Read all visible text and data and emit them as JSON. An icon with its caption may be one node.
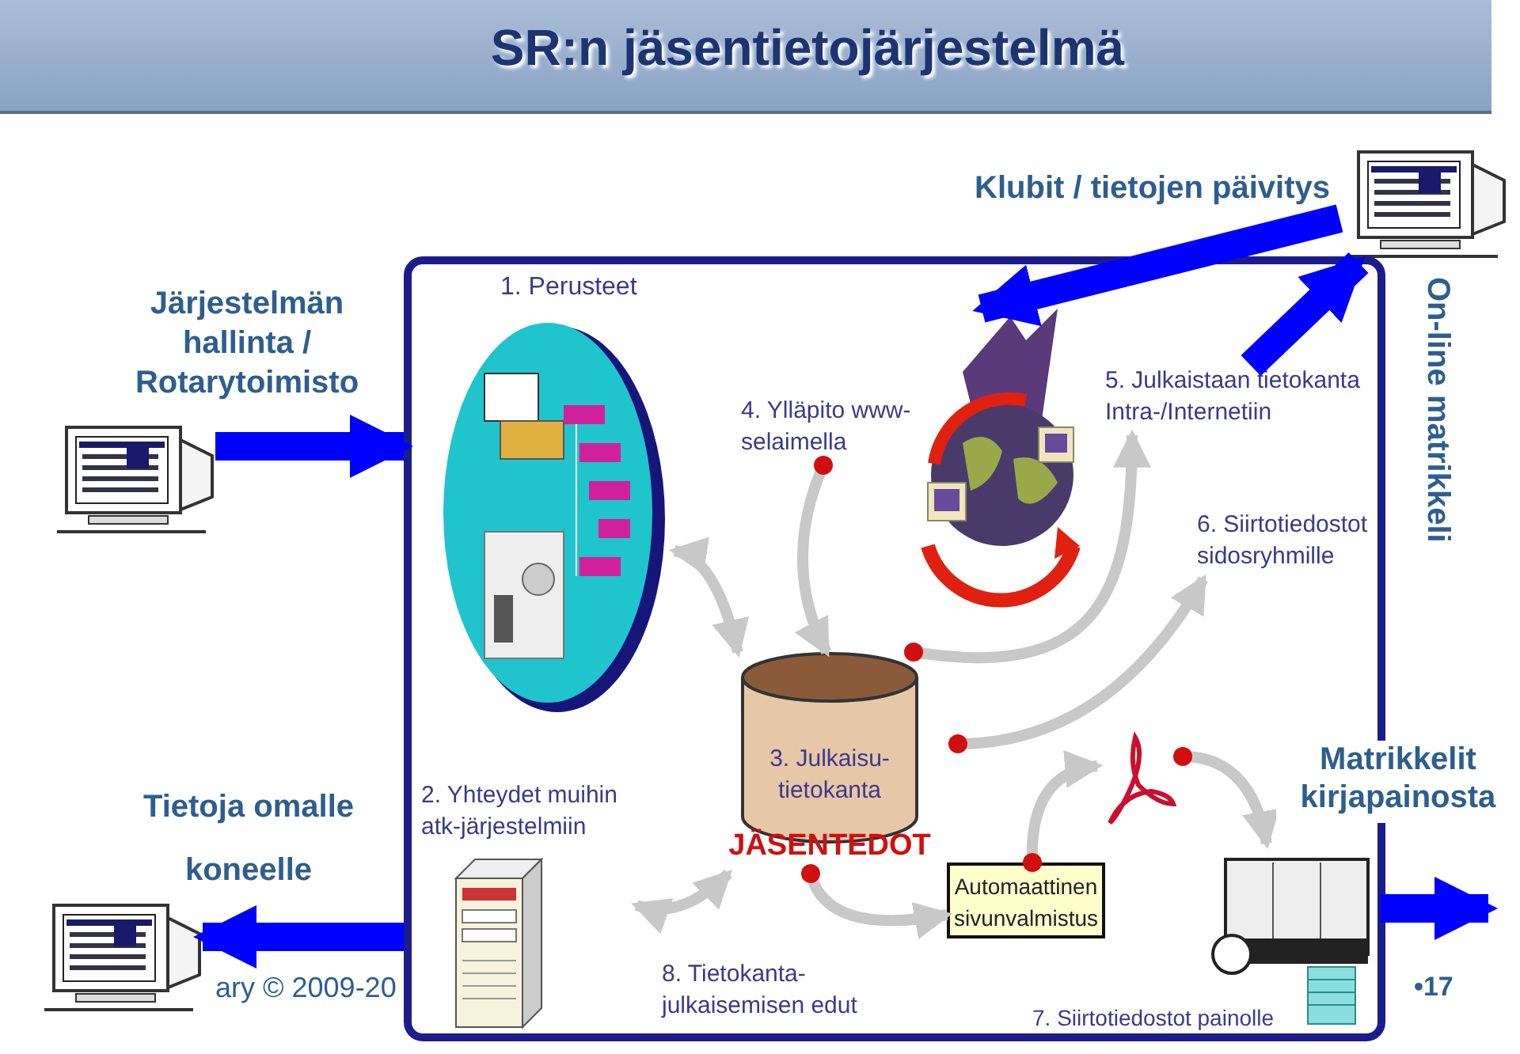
{
  "diagram": {
    "title": "SR:n jäsentietojärjestelmä",
    "nodes": [
      {
        "text": [
          "Klubit / tietojen päivitys"
        ]
      },
      {
        "text": [
          "Järjestelmän hallinta / Rotarytoimisto"
        ]
      },
      {
        "text": [],
        "shape": "box"
      },
      {
        "text": [
          "1. Perusteet"
        ],
        "in": 2
      },
      {
        "text": [
          "4. Ylläpito www-selaimella"
        ],
        "in": 2
      },
      {
        "text": [],
        "shape": "picture",
        "in": 2
      },
      {
        "text": [
          "5. Julkaistaan tietokanta Intra-/Internetiin"
        ],
        "in": 2
      },
      {
        "text": [
          "6. Siirtotiedostot sidosryhmille"
        ],
        "in": 2
      },
      {
        "text": [],
        "shape": "picture",
        "beside": [
          "2. Yhteydet muihin atk-järjestelmiin"
        ],
        "in": 2
      },
      {
        "text": [
          "3. Julkaisu-tietokanta",
          "JÄSENTEDOT"
        ],
        "in": 2
      },
      {
        "text": [],
        "shape": "picture",
        "in": 2
      },
      {
        "text": [
          "Automaattinen sivunvalmistus"
        ],
        "in": 2
      },
      {
        "text": [],
        "shape": "picture",
        "beside": [
          "7. Siirtotiedostot painolle"
        ],
        "in": 2
      },
      {
        "text": [
          "Tietoja omalle koneelle"
        ]
      }
    ],
    "edges": [
      {
        "from": 1,
        "to": 2,
        "arrow": "to",
        "style": "thick",
        "color": "#0000ff"
      },
      {
        "from": 0,
        "to": 5,
        "arrow": "to",
        "style": "thick",
        "color": "#0000ff"
      },
      {
        "from": 6,
        "to": 0,
        "arrow": "to",
        "style": "thick",
        "color": "#0000ff"
      },
      {
        "from": 3,
        "to": 9,
        "arrow": "both"
      },
      {
        "from": 4,
        "to": 9,
        "arrow": "to"
      },
      {
        "from": 9,
        "to": 6,
        "arrow": "to"
      },
      {
        "from": 9,
        "to": 7,
        "arrow": "to"
      },
      {
        "from": 8,
        "to": 9,
        "arrow": "both"
      },
      {
        "from": 9,
        "to": 11,
        "arrow": "to"
      },
      {
        "from": 11,
        "to": 10,
        "arrow": "to"
      },
      {
        "from": 10,
        "to": 12,
        "arrow": "to"
      },
      {
        "from": 2,
        "to": 13,
        "arrow": "to",
        "style": "thick",
        "color": "#0000ff"
      },
      {
        "from": 12,
        "to": null,
        "arrow": "to",
        "style": "thick",
        "color": "#0000ff"
      }
    ],
    "labels": [
      "On-line matrikkeli",
      "Matrikkelit kirjapainosta",
      "8. Tietokanta-julkaisemisen edut",
      "ary © 2009-20",
      "•17"
    ]
  }
}
